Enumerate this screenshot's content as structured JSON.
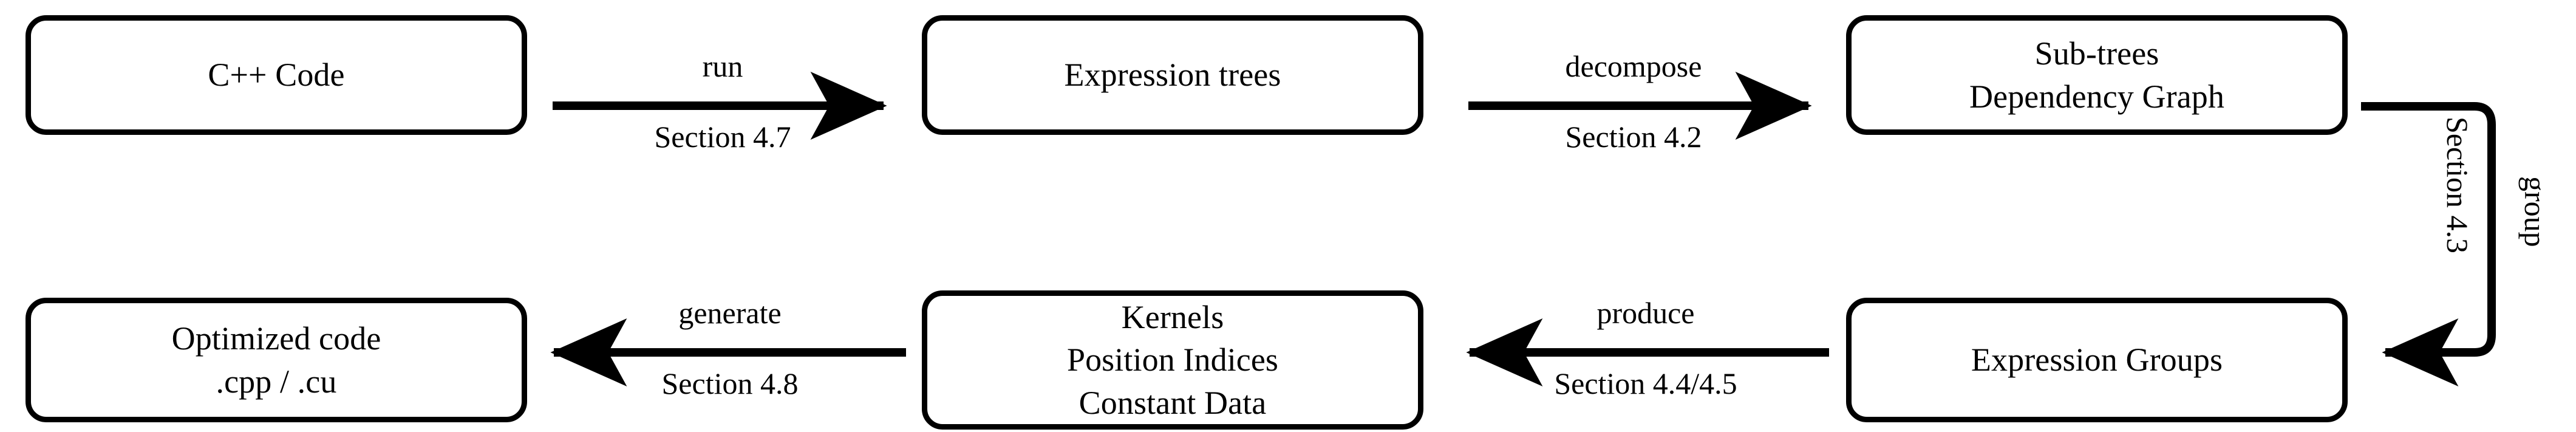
{
  "diagram": {
    "title": "Compilation pipeline flowchart",
    "line_color": "#000000",
    "background_color": "#ffffff",
    "nodes": [
      {
        "id": "cpp-code",
        "lines": [
          "C++ Code"
        ]
      },
      {
        "id": "expression-trees",
        "lines": [
          "Expression trees"
        ]
      },
      {
        "id": "sub-trees-dependency-graph",
        "lines": [
          "Sub-trees",
          "Dependency Graph"
        ]
      },
      {
        "id": "expression-groups",
        "lines": [
          "Expression Groups"
        ]
      },
      {
        "id": "kernels",
        "lines": [
          "Kernels",
          "Position Indices",
          "Constant Data"
        ]
      },
      {
        "id": "optimized-code",
        "lines": [
          "Optimized code",
          ".cpp / .cu"
        ]
      }
    ],
    "edges": [
      {
        "id": "run",
        "from": "cpp-code",
        "to": "expression-trees",
        "action": "run",
        "reference": "Section 4.7",
        "direction": "right"
      },
      {
        "id": "decompose",
        "from": "expression-trees",
        "to": "sub-trees-dependency-graph",
        "action": "decompose",
        "reference": "Section 4.2",
        "direction": "right"
      },
      {
        "id": "group",
        "from": "sub-trees-dependency-graph",
        "to": "expression-groups",
        "action": "group",
        "reference": "Section 4.3",
        "direction": "down-left"
      },
      {
        "id": "produce",
        "from": "expression-groups",
        "to": "kernels",
        "action": "produce",
        "reference": "Section 4.4/4.5",
        "direction": "left"
      },
      {
        "id": "generate",
        "from": "kernels",
        "to": "optimized-code",
        "action": "generate",
        "reference": "Section 4.8",
        "direction": "left"
      }
    ]
  }
}
